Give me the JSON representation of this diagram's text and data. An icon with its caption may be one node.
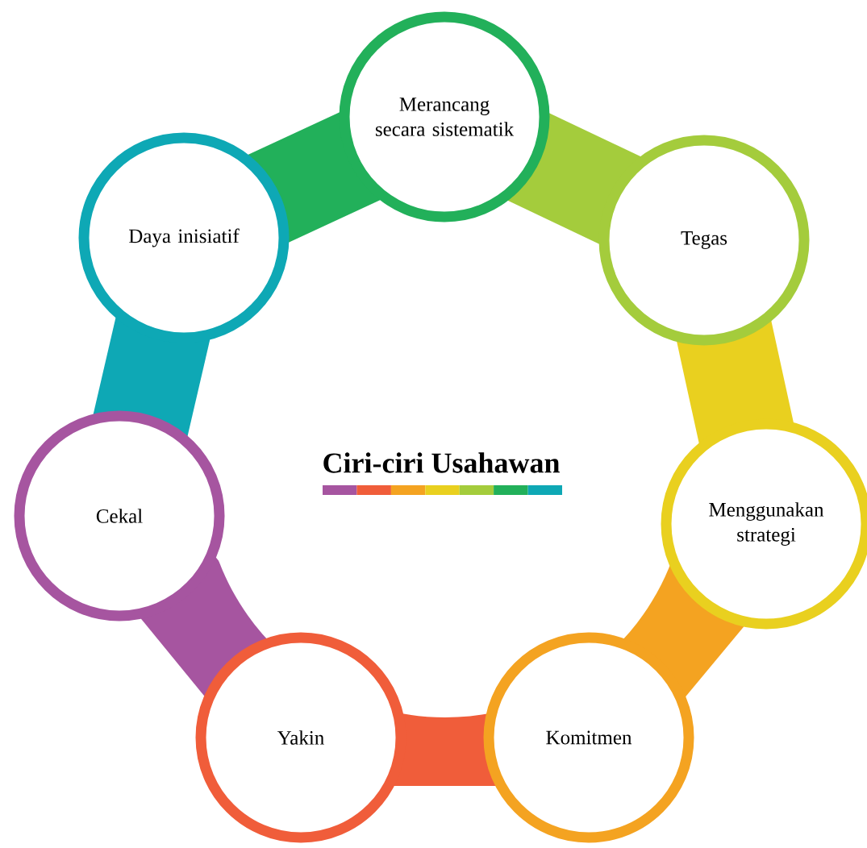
{
  "diagram": {
    "title": "Ciri-ciri Usahawan",
    "nodes": [
      {
        "text": [
          "Merancang secara sistematik"
        ]
      },
      {
        "text": [
          "Tegas"
        ]
      },
      {
        "text": [
          "Menggunakan strategi"
        ]
      },
      {
        "text": [
          "Komitmen"
        ]
      },
      {
        "text": [
          "Yakin"
        ]
      },
      {
        "text": [
          "Cekal"
        ]
      },
      {
        "text": [
          "Daya inisiatif"
        ]
      }
    ]
  }
}
